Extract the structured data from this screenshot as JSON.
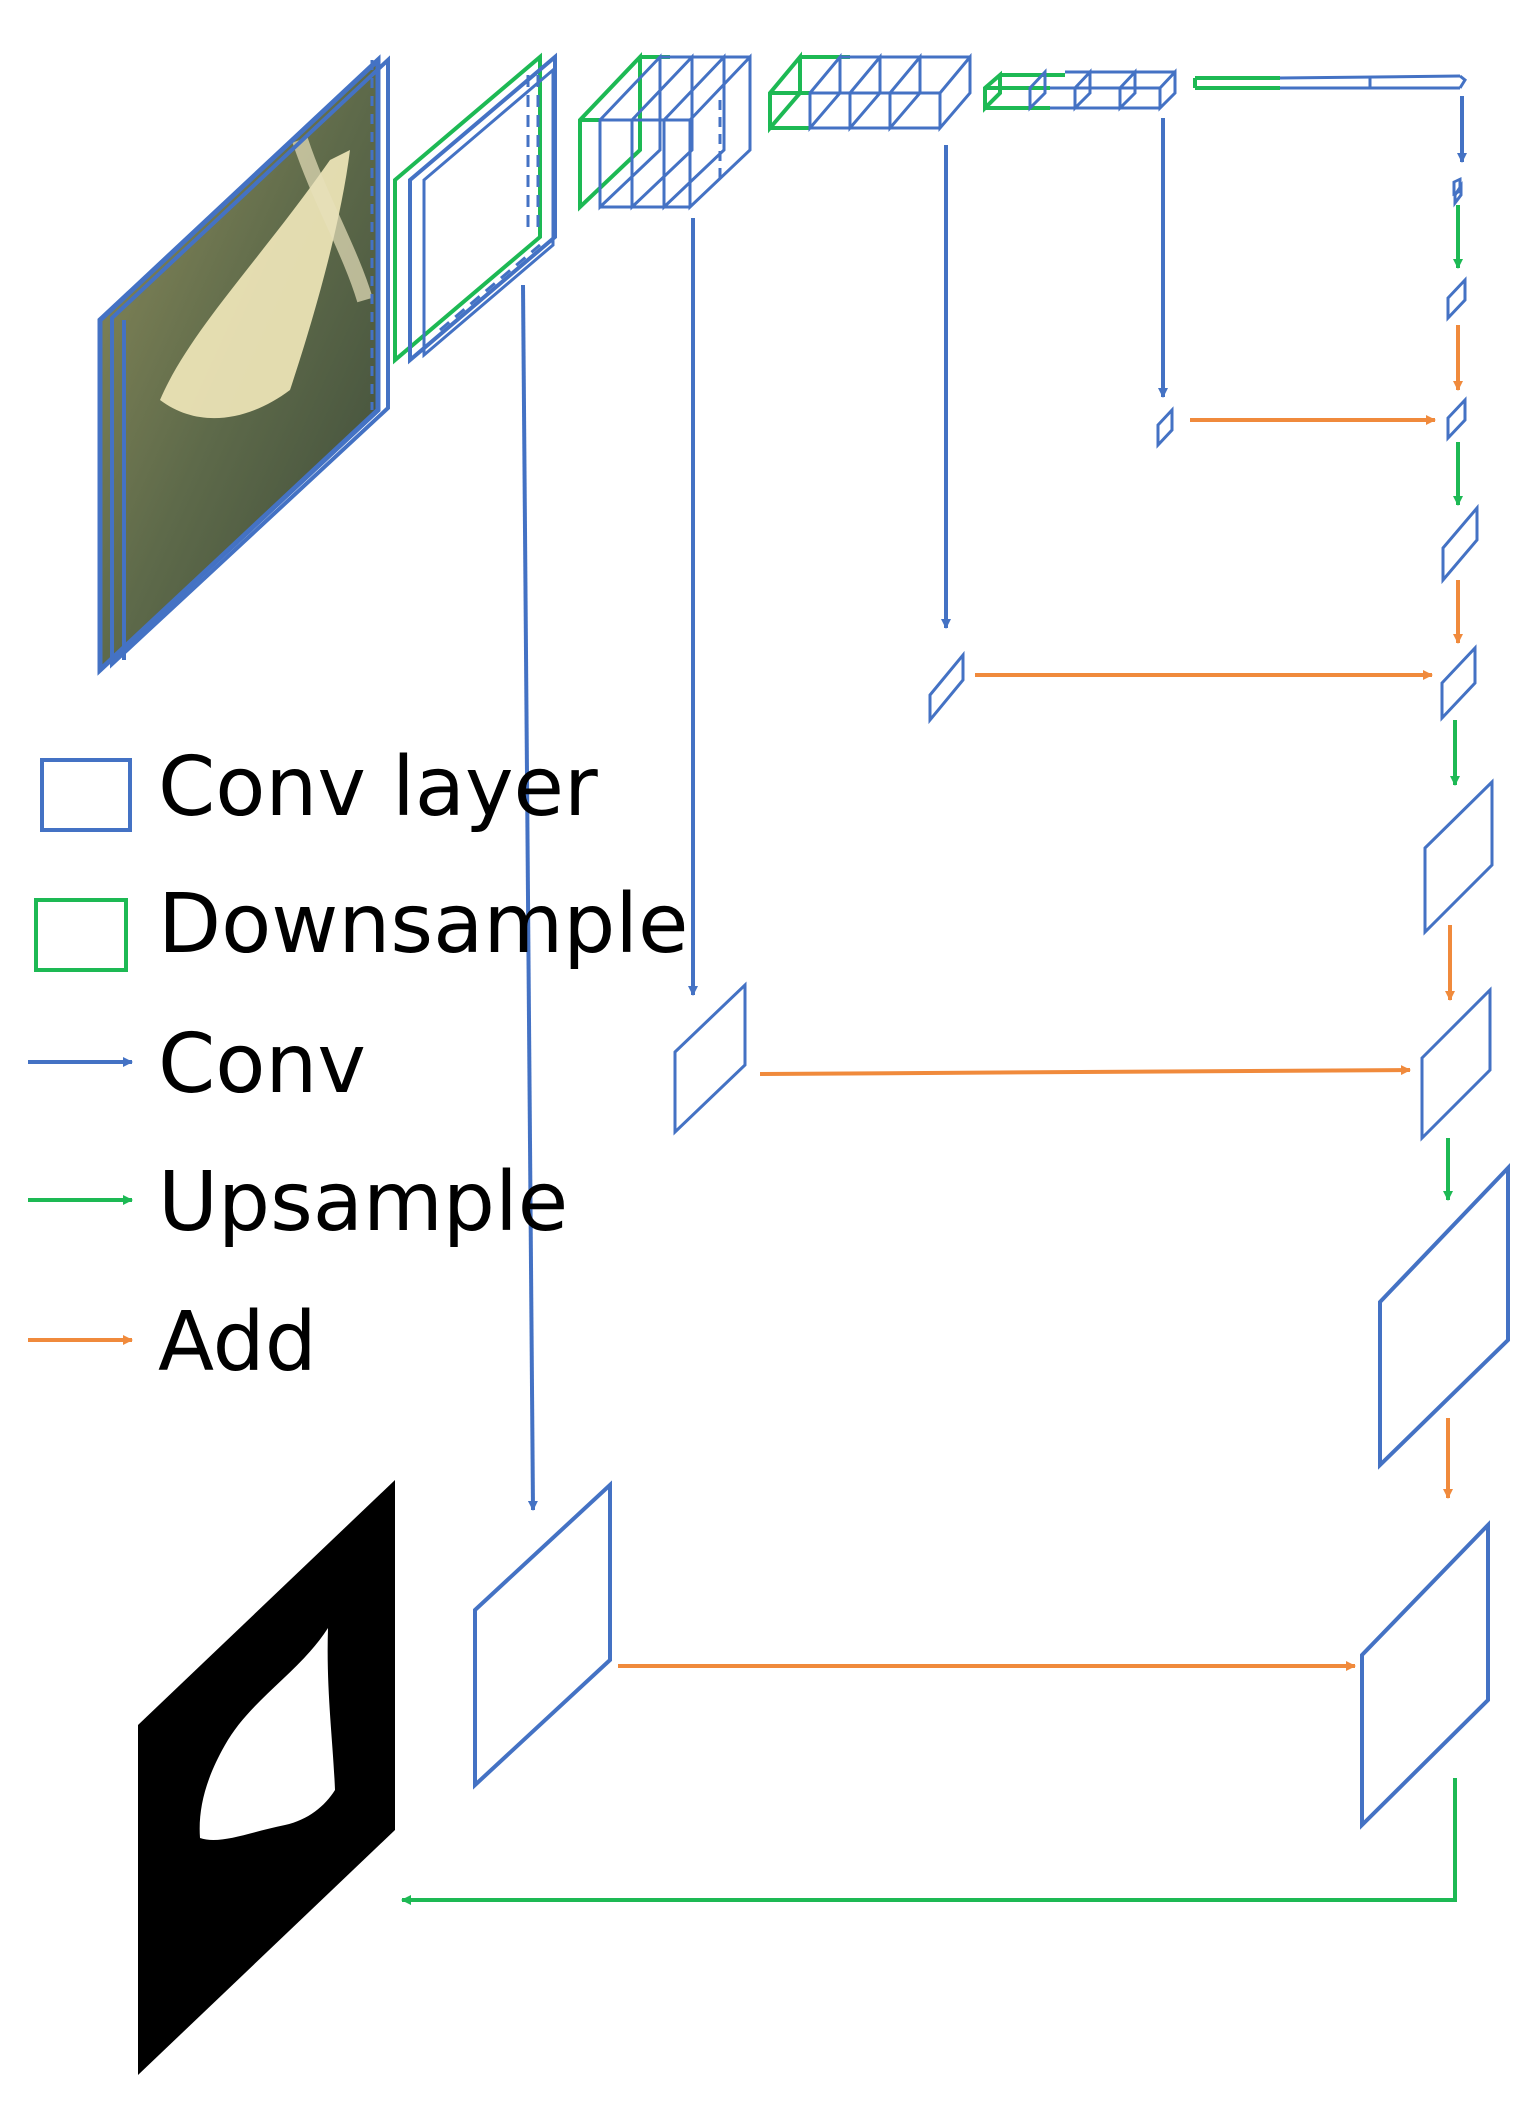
{
  "legend": {
    "items": [
      {
        "label": "Conv layer",
        "symbol": "box",
        "color": "#4472C4"
      },
      {
        "label": "Downsample",
        "symbol": "box",
        "color": "#1DB954"
      },
      {
        "label": "Conv",
        "symbol": "arrow",
        "color": "#4472C4"
      },
      {
        "label": "Upsample",
        "symbol": "arrow",
        "color": "#1DB954"
      },
      {
        "label": "Add",
        "symbol": "arrow",
        "color": "#F08A3C"
      }
    ]
  },
  "colors": {
    "conv": "#4472C4",
    "downsample": "#1DB954",
    "add": "#F08A3C",
    "mask": "#000000"
  },
  "images": {
    "input": "aerial-landslide-photo",
    "output": "binary-segmentation-mask"
  }
}
